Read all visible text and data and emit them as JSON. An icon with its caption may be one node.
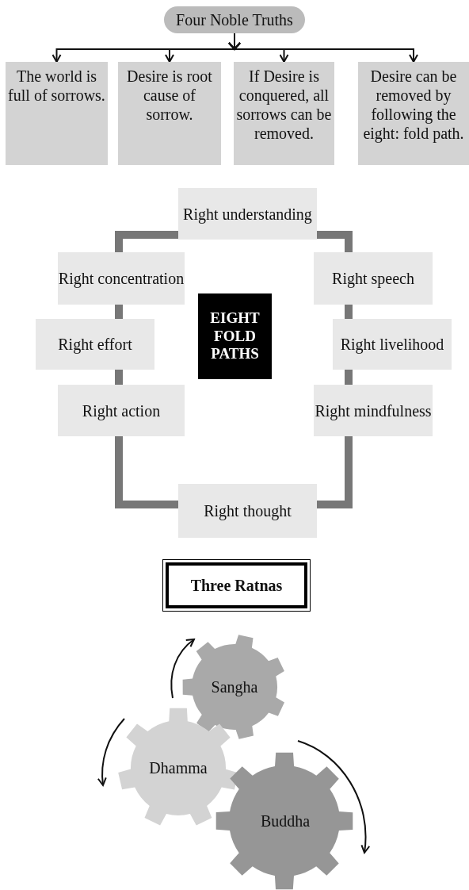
{
  "diagram": {
    "nodes": [
      {
        "text": [
          "Four Noble Truths"
        ]
      },
      {
        "text": [
          "The world is full of sorrows."
        ]
      },
      {
        "text": [
          "Desire is root cause of sorrow."
        ]
      },
      {
        "text": [
          "If Desire is conquered, all sorrows can be removed."
        ]
      },
      {
        "text": [
          "Desire can be removed by following the eight: fold path."
        ]
      },
      {
        "text": [
          "Right understanding"
        ]
      },
      {
        "text": [
          "Right concentration"
        ]
      },
      {
        "text": [
          "Right speech"
        ]
      },
      {
        "text": [
          "EIGHT FOLD PATHS"
        ]
      },
      {
        "text": [
          "Right effort"
        ]
      },
      {
        "text": [
          "Right livelihood"
        ]
      },
      {
        "text": [
          "Right action"
        ]
      },
      {
        "text": [
          "Right mindfulness"
        ]
      },
      {
        "text": [
          "Right thought"
        ]
      },
      {
        "text": [
          "Three Ratnas"
        ]
      },
      {
        "text": [
          "Sangha"
        ]
      },
      {
        "text": [
          "Dhamma"
        ]
      },
      {
        "text": [
          "Buddha"
        ]
      }
    ],
    "edges": [
      {
        "from": 0,
        "to": 1,
        "arrow": "to"
      },
      {
        "from": 0,
        "to": 2,
        "arrow": "to"
      },
      {
        "from": 0,
        "to": 3,
        "arrow": "to"
      },
      {
        "from": 0,
        "to": 4,
        "arrow": "to"
      }
    ]
  }
}
